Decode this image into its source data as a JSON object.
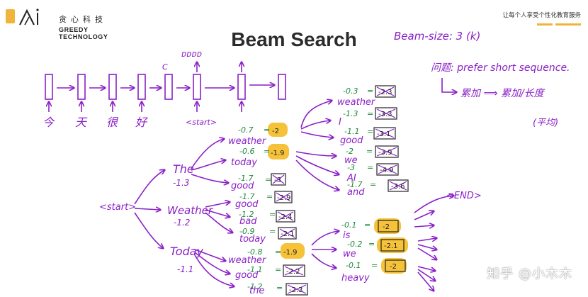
{
  "header": {
    "logo_cn": "贪心科技",
    "logo_en": "GREEDY TECHNOLOGY",
    "slogan": "让每个人享受个性化教育服务"
  },
  "title": "Beam Search",
  "notes": {
    "beam_size": "Beam-size: 3 (k)",
    "problem": "问题: prefer short sequence.",
    "fix_1": "累加 ⟹ 累加/长度",
    "fix_2": "(平均)"
  },
  "encoder": {
    "inputs": [
      "今",
      "天",
      "很",
      "好"
    ],
    "c_label": "C",
    "start": "<start>",
    "outputs": "ᴅᴅᴅᴅ"
  },
  "tree": {
    "root": "<start>",
    "step1": [
      {
        "word": "The",
        "score": "-1.3"
      },
      {
        "word": "Weather",
        "score": "-1.2"
      },
      {
        "word": "Today",
        "score": "-1.1"
      }
    ],
    "step2": [
      {
        "score": "-0.7",
        "word": "weather",
        "total": "-2",
        "kept": true
      },
      {
        "score": "-0.6",
        "word": "today",
        "total": "-1.9",
        "kept": true
      },
      {
        "score": "-1.7",
        "word": "good",
        "total": "-3",
        "kept": false
      },
      {
        "score": "-1.7",
        "word": "good",
        "total": "-2.9",
        "kept": false
      },
      {
        "score": "-1.2",
        "word": "bad",
        "total": "-2.4",
        "kept": false
      },
      {
        "score": "-0.9",
        "word": "today",
        "total": "-2.1",
        "kept": false
      },
      {
        "score": "-0.8",
        "word": "weather",
        "total": "-1.9",
        "kept": true
      },
      {
        "score": "-1.1",
        "word": "good",
        "total": "-2.2",
        "kept": false
      },
      {
        "score": "-1.2",
        "word": "the",
        "total": "-2.3",
        "kept": false
      }
    ],
    "step3_top": [
      {
        "score": "-0.3",
        "word": "weather",
        "total": "-2.3",
        "kept": false
      },
      {
        "score": "-1.3",
        "word": "I",
        "total": "-3.3",
        "kept": false
      },
      {
        "score": "-1.1",
        "word": "good",
        "total": "-3.1",
        "kept": false
      },
      {
        "score": "-2",
        "word": "we",
        "total": "-3.9",
        "kept": false
      },
      {
        "score": "-3",
        "word": "AI",
        "total": "-4.9",
        "kept": false
      },
      {
        "score": "-1.7",
        "word": "and",
        "total": "-3.6",
        "kept": false
      }
    ],
    "step3_bottom": [
      {
        "score": "-0.1",
        "word": "is",
        "total": "-2",
        "kept": true
      },
      {
        "score": "-0.2",
        "word": "we",
        "total": "-2.1",
        "kept": true
      },
      {
        "score": "-0.1",
        "word": "heavy",
        "total": "-2",
        "kept": true
      }
    ],
    "end": "<END>"
  },
  "watermark": "知乎 @小木木",
  "colors": {
    "ink_purple": "#8a1fc7",
    "ink_green": "#1f8a3a",
    "highlight": "#f5c23a",
    "brand_yellow": "#f0b43c"
  }
}
